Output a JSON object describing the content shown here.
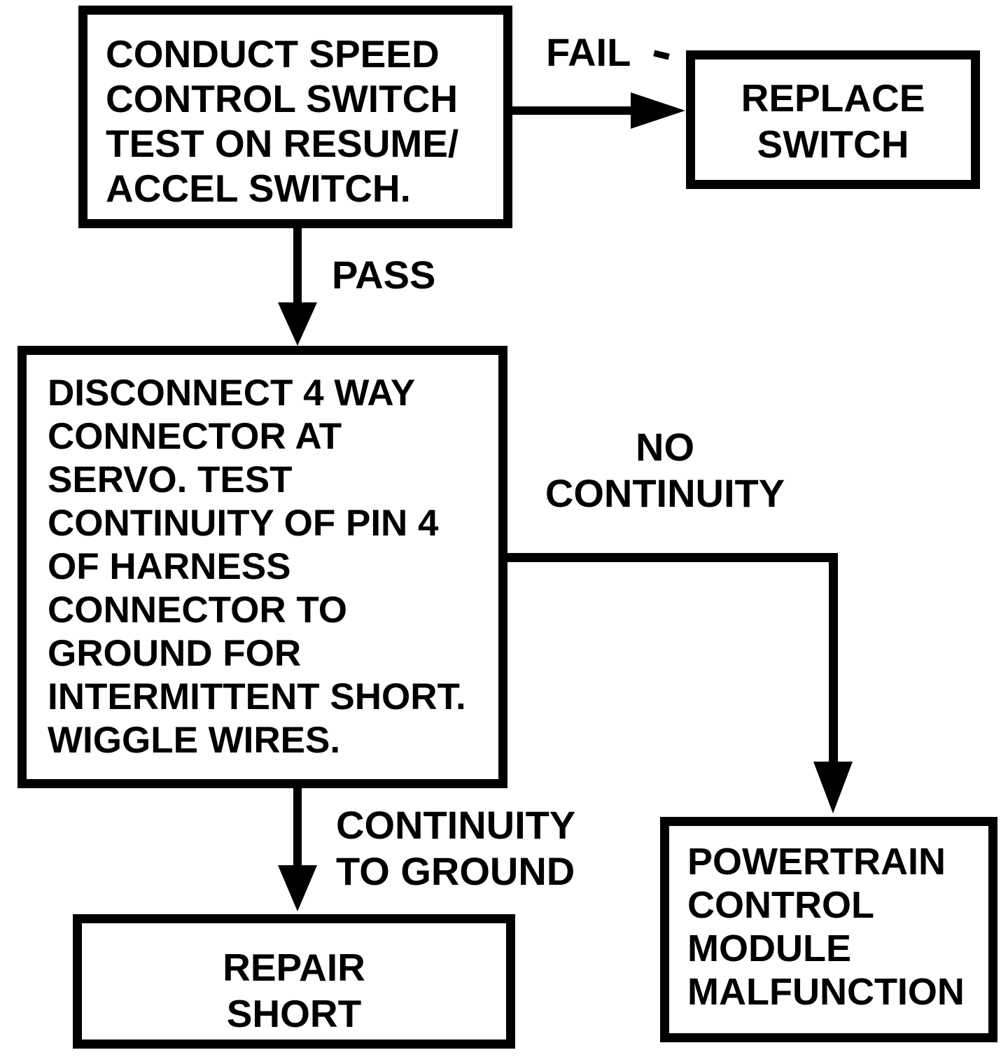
{
  "colors": {
    "ink": "#000000",
    "paper": "#ffffff"
  },
  "nodes": {
    "conduct_test": {
      "text": "CONDUCT SPEED\nCONTROL SWITCH\nTEST ON RESUME/\nACCEL SWITCH."
    },
    "replace_switch": {
      "text": "REPLACE\nSWITCH"
    },
    "disconnect_connector": {
      "text": "DISCONNECT 4 WAY\nCONNECTOR AT\nSERVO. TEST\nCONTINUITY OF PIN 4\nOF HARNESS\nCONNECTOR TO\nGROUND FOR\nINTERMITTENT SHORT.\nWIGGLE WIRES."
    },
    "powertrain_malfunction": {
      "text": "POWERTRAIN\nCONTROL\nMODULE\nMALFUNCTION"
    },
    "repair_short": {
      "text": "REPAIR\nSHORT"
    }
  },
  "edge_labels": {
    "fail": "FAIL",
    "pass": "PASS",
    "no_continuity": "NO\nCONTINUITY",
    "continuity_to_ground": "CONTINUITY\nTO GROUND"
  }
}
